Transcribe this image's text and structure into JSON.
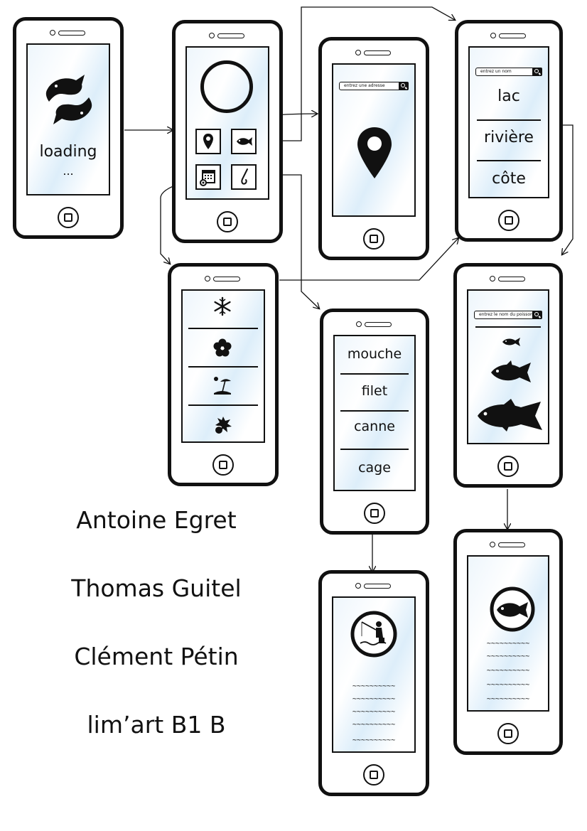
{
  "loading_screen": {
    "text": "loading",
    "dots": "..."
  },
  "map_screen": {
    "search_placeholder": "entrez une adresse"
  },
  "water_screen": {
    "search_placeholder": "entrez un nom",
    "items": [
      "lac",
      "rivière",
      "côte"
    ]
  },
  "fish_screen": {
    "search_placeholder": "entrez le nom du poisson"
  },
  "gear_screen": {
    "items": [
      "mouche",
      "filet",
      "canne",
      "cage"
    ]
  },
  "detail_text_line": "~~~~~~~~~~",
  "credits": [
    "Antoine Egret",
    "Thomas Guitel",
    "Clément Pétin",
    "lim’art B1 B"
  ],
  "colors": {
    "stroke": "#111111",
    "screen_tint": "#ddeefa"
  }
}
